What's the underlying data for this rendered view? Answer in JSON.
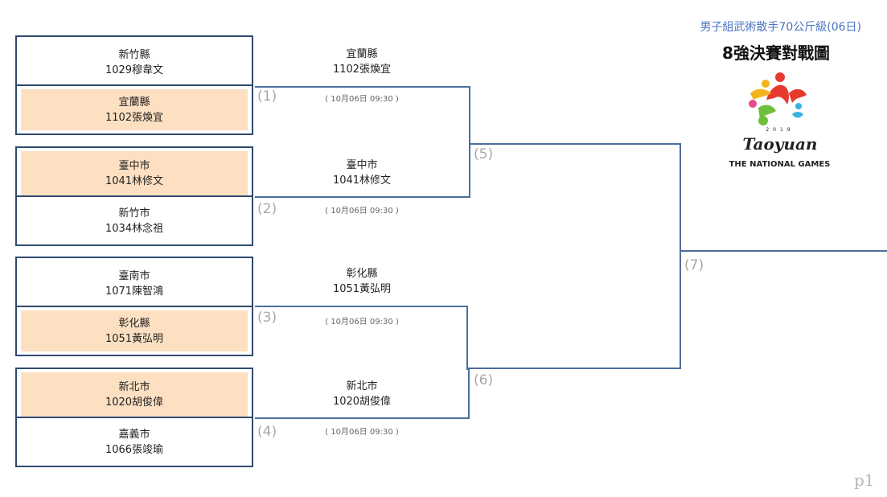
{
  "header": {
    "category": "男子組武術散手70公斤級(06日)",
    "title": "8強決賽對戰圖",
    "page_label": "p1"
  },
  "logo": {
    "year": "2019",
    "wordmark": "Taoyuan",
    "caption": "THE NATIONAL GAMES"
  },
  "first_round": [
    {
      "number": "(1)",
      "top": {
        "region": "新竹縣",
        "athlete": "1029穆韋文"
      },
      "bottom": {
        "region": "宜蘭縣",
        "athlete": "1102張煥宜"
      },
      "winner_side": "bottom"
    },
    {
      "number": "(2)",
      "top": {
        "region": "臺中市",
        "athlete": "1041林修文"
      },
      "bottom": {
        "region": "新竹市",
        "athlete": "1034林念祖"
      },
      "winner_side": "top"
    },
    {
      "number": "(3)",
      "top": {
        "region": "臺南市",
        "athlete": "1071陳智鴻"
      },
      "bottom": {
        "region": "彰化縣",
        "athlete": "1051黃弘明"
      },
      "winner_side": "bottom"
    },
    {
      "number": "(4)",
      "top": {
        "region": "新北市",
        "athlete": "1020胡俊偉"
      },
      "bottom": {
        "region": "嘉義市",
        "athlete": "1066張竣瑜"
      },
      "winner_side": "top"
    }
  ],
  "second_round": [
    {
      "number": "(5)",
      "upper": {
        "region": "宜蘭縣",
        "athlete": "1102張煥宜",
        "schedule": "( 10月06日 09:30 )"
      },
      "lower": {
        "region": "臺中市",
        "athlete": "1041林修文",
        "schedule": "( 10月06日 09:30 )"
      }
    },
    {
      "number": "(6)",
      "upper": {
        "region": "彰化縣",
        "athlete": "1051黃弘明",
        "schedule": "( 10月06日 09:30 )"
      },
      "lower": {
        "region": "新北市",
        "athlete": "1020胡俊偉",
        "schedule": "( 10月06日 09:30 )"
      }
    }
  ],
  "final": {
    "number": "(7)"
  },
  "colors": {
    "bracket_line": "#4a6f9c",
    "box_border": "#2f4a70",
    "winner_fill": "#fde0c2",
    "category_text": "#4a74c4"
  }
}
